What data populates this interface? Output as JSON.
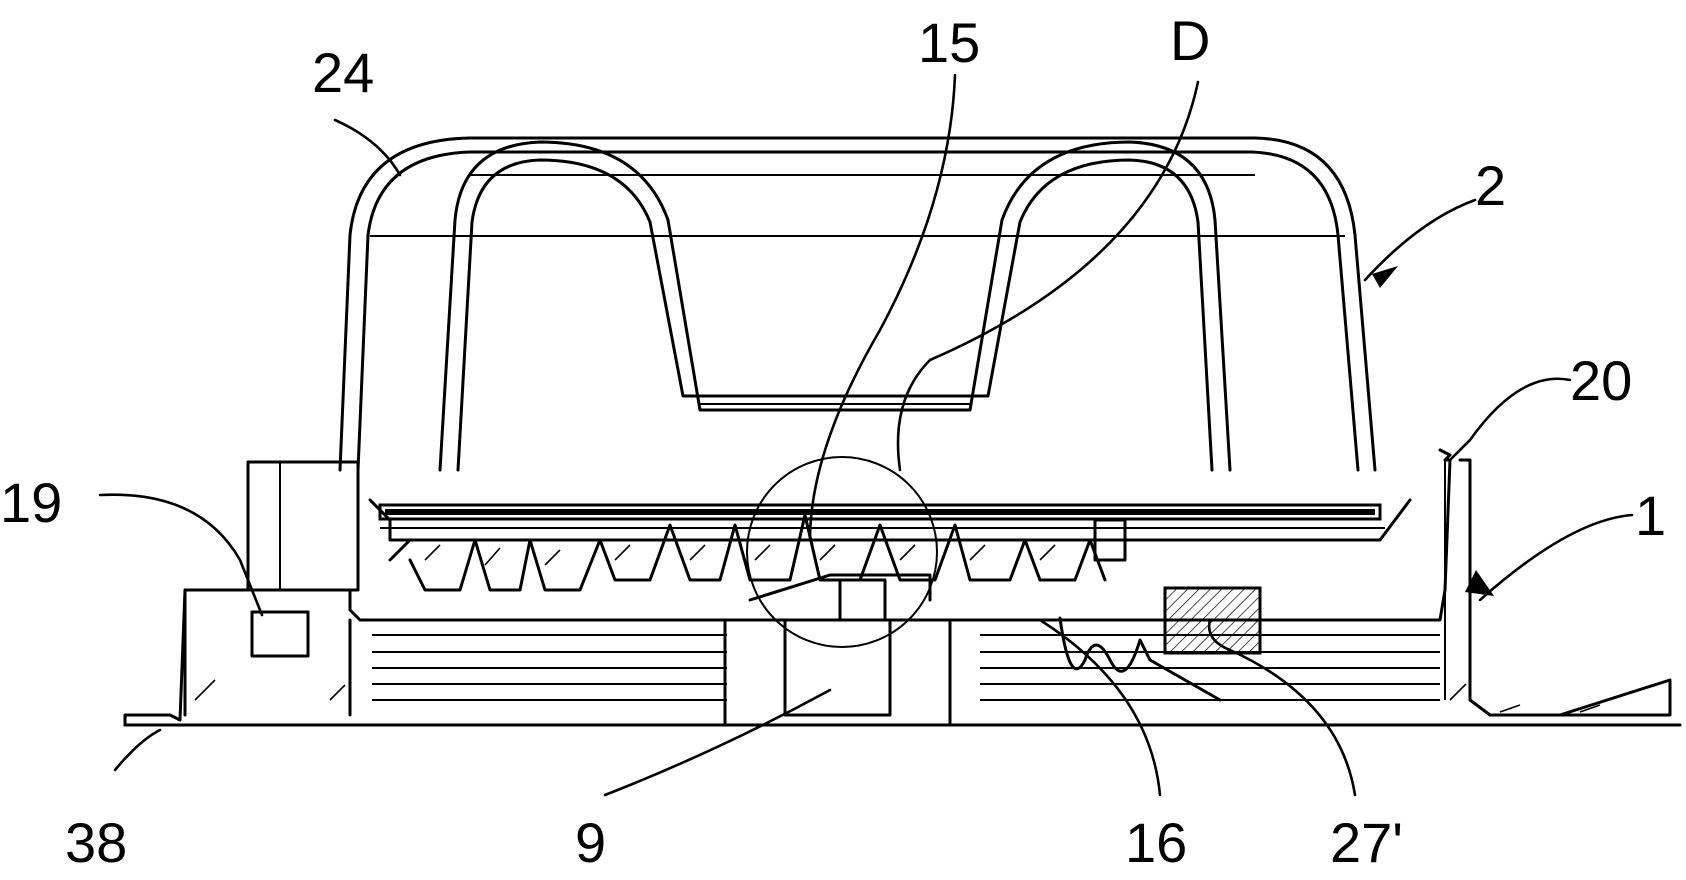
{
  "figure": {
    "labels": {
      "l24": "24",
      "l15": "15",
      "lD": "D",
      "l2": "2",
      "l20": "20",
      "l19": "19",
      "l1": "1",
      "l38": "38",
      "l9": "9",
      "l16": "16",
      "l27p": "27'"
    }
  }
}
